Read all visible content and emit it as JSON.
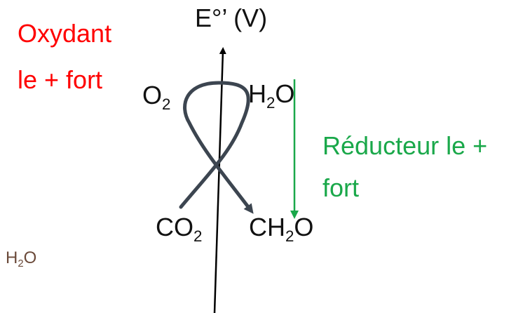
{
  "axis_label": "E°’ (V)",
  "strongest_oxidant": {
    "line1": "Oxydant",
    "line2": "le + fort"
  },
  "strongest_reductant": {
    "line1": "Réducteur le +",
    "line2": "fort"
  },
  "species": {
    "o2": {
      "base": "O",
      "sub": "2",
      "tail": ""
    },
    "h2o": {
      "base": "H",
      "sub": "2",
      "tail": "O"
    },
    "co2": {
      "base": "CO",
      "sub": "2",
      "tail": ""
    },
    "ch2o": {
      "base": "CH",
      "sub": "2",
      "tail": "O"
    },
    "h2o_small": {
      "base": "H",
      "sub": "2",
      "tail": "O"
    }
  },
  "colors": {
    "oxidant": "#ff0000",
    "reductant": "#1aa84a",
    "curve": "#3c4550",
    "axis": "#000000",
    "species": "#111111",
    "small_species": "#6b4a3a"
  }
}
